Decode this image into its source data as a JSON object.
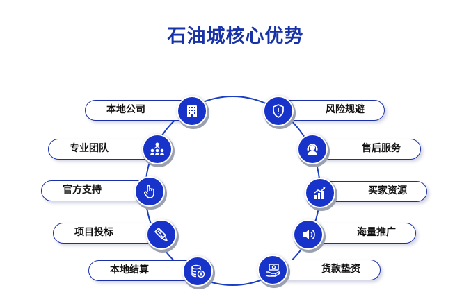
{
  "title": "石油城核心优势",
  "left_items": [
    {
      "label": "本地公司",
      "icon": "building-icon"
    },
    {
      "label": "专业团队",
      "icon": "team-icon"
    },
    {
      "label": "官方支持",
      "icon": "hand-pointer-icon"
    },
    {
      "label": "项目投标",
      "icon": "bid-document-icon"
    },
    {
      "label": "本地结算",
      "icon": "coins-icon"
    }
  ],
  "right_items": [
    {
      "label": "风险规避",
      "icon": "shield-icon"
    },
    {
      "label": "售后服务",
      "icon": "headset-support-icon"
    },
    {
      "label": "买家资源",
      "icon": "growth-chart-icon"
    },
    {
      "label": "海量推广",
      "icon": "speaker-icon"
    },
    {
      "label": "货款垫资",
      "icon": "cash-hand-icon"
    }
  ],
  "colors": {
    "title": "#1833a8",
    "accent": "#1733c9",
    "ring": "#1b3fc4",
    "pill_border": "#1b2fa8"
  }
}
